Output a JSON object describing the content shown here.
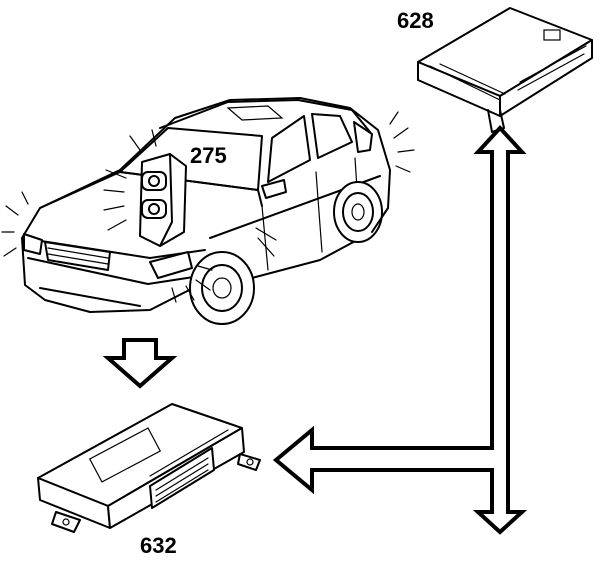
{
  "callouts": {
    "headlamp_switch": "275",
    "module_top_right": "628",
    "module_bottom_left": "632"
  },
  "colors": {
    "line": "#000000",
    "background": "#ffffff"
  }
}
